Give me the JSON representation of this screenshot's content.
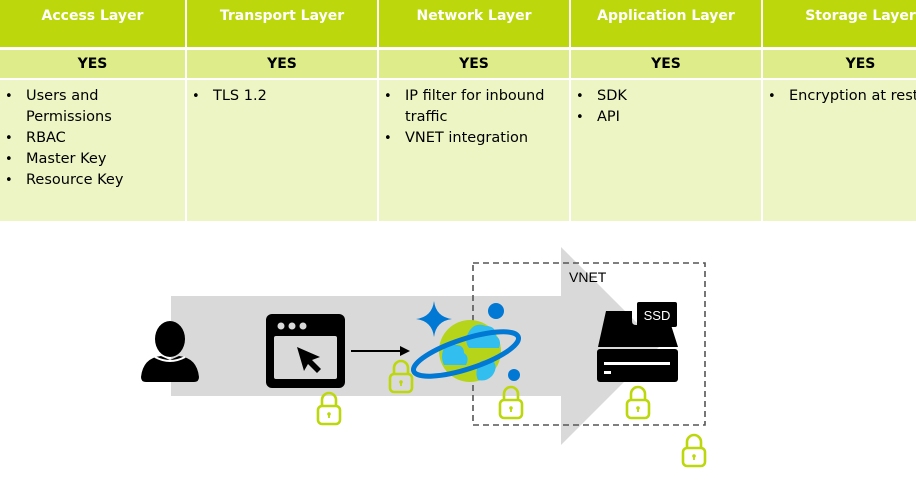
{
  "table": {
    "columns": [
      {
        "header": "Access Layer",
        "supported": "YES",
        "items": [
          "Users and Permissions",
          "RBAC",
          "Master Key",
          "Resource Key"
        ]
      },
      {
        "header": "Transport Layer",
        "supported": "YES",
        "items": [
          "TLS 1.2"
        ]
      },
      {
        "header": "Network Layer",
        "supported": "YES",
        "items": [
          "IP filter for inbound traffic",
          "VNET integration"
        ]
      },
      {
        "header": "Application Layer",
        "supported": "YES",
        "items": [
          "SDK",
          "API"
        ]
      },
      {
        "header": "Storage Layer",
        "supported": "YES",
        "items": [
          "Encryption at rest"
        ]
      }
    ]
  },
  "diagram": {
    "vnet_label": "VNET",
    "ssd_label": "SSD",
    "icons": [
      "user-icon",
      "browser-window-icon",
      "cosmos-db-icon",
      "ssd-drive-icon",
      "lock-icon"
    ],
    "colors": {
      "header_green": "#bcd80c",
      "yes_row": "#dfec8a",
      "body_row": "#eef5c4",
      "lock_green": "#bcd80c",
      "flow_arrow_gray": "#d9d9d9",
      "cosmos_blue": "#0078d4",
      "cosmos_cyan": "#32bfef",
      "cosmos_green": "#b5d41a"
    }
  }
}
